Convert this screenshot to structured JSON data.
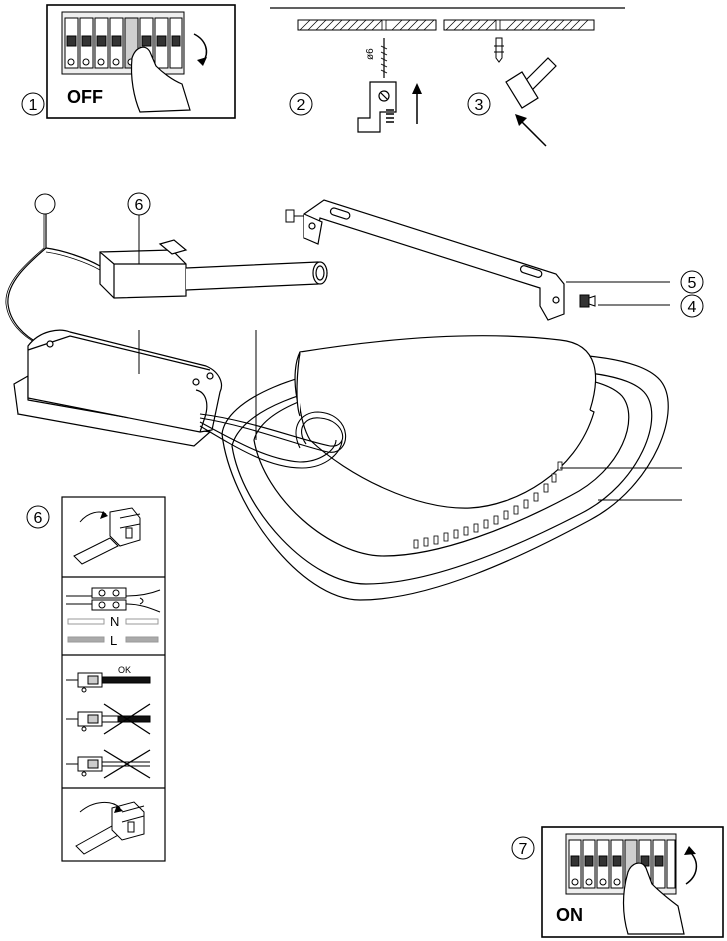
{
  "step_badges": {
    "step1": "1",
    "step2": "2",
    "step3": "3",
    "step4": "4",
    "step5": "5",
    "step6_top": "6",
    "step6_side": "6",
    "step7": "7"
  },
  "switch_off_label": "OFF",
  "switch_on_label": "ON",
  "drill_size_label": "ø6",
  "wiring_labels": {
    "neutral": "N",
    "live": "L",
    "ok": "OK"
  }
}
